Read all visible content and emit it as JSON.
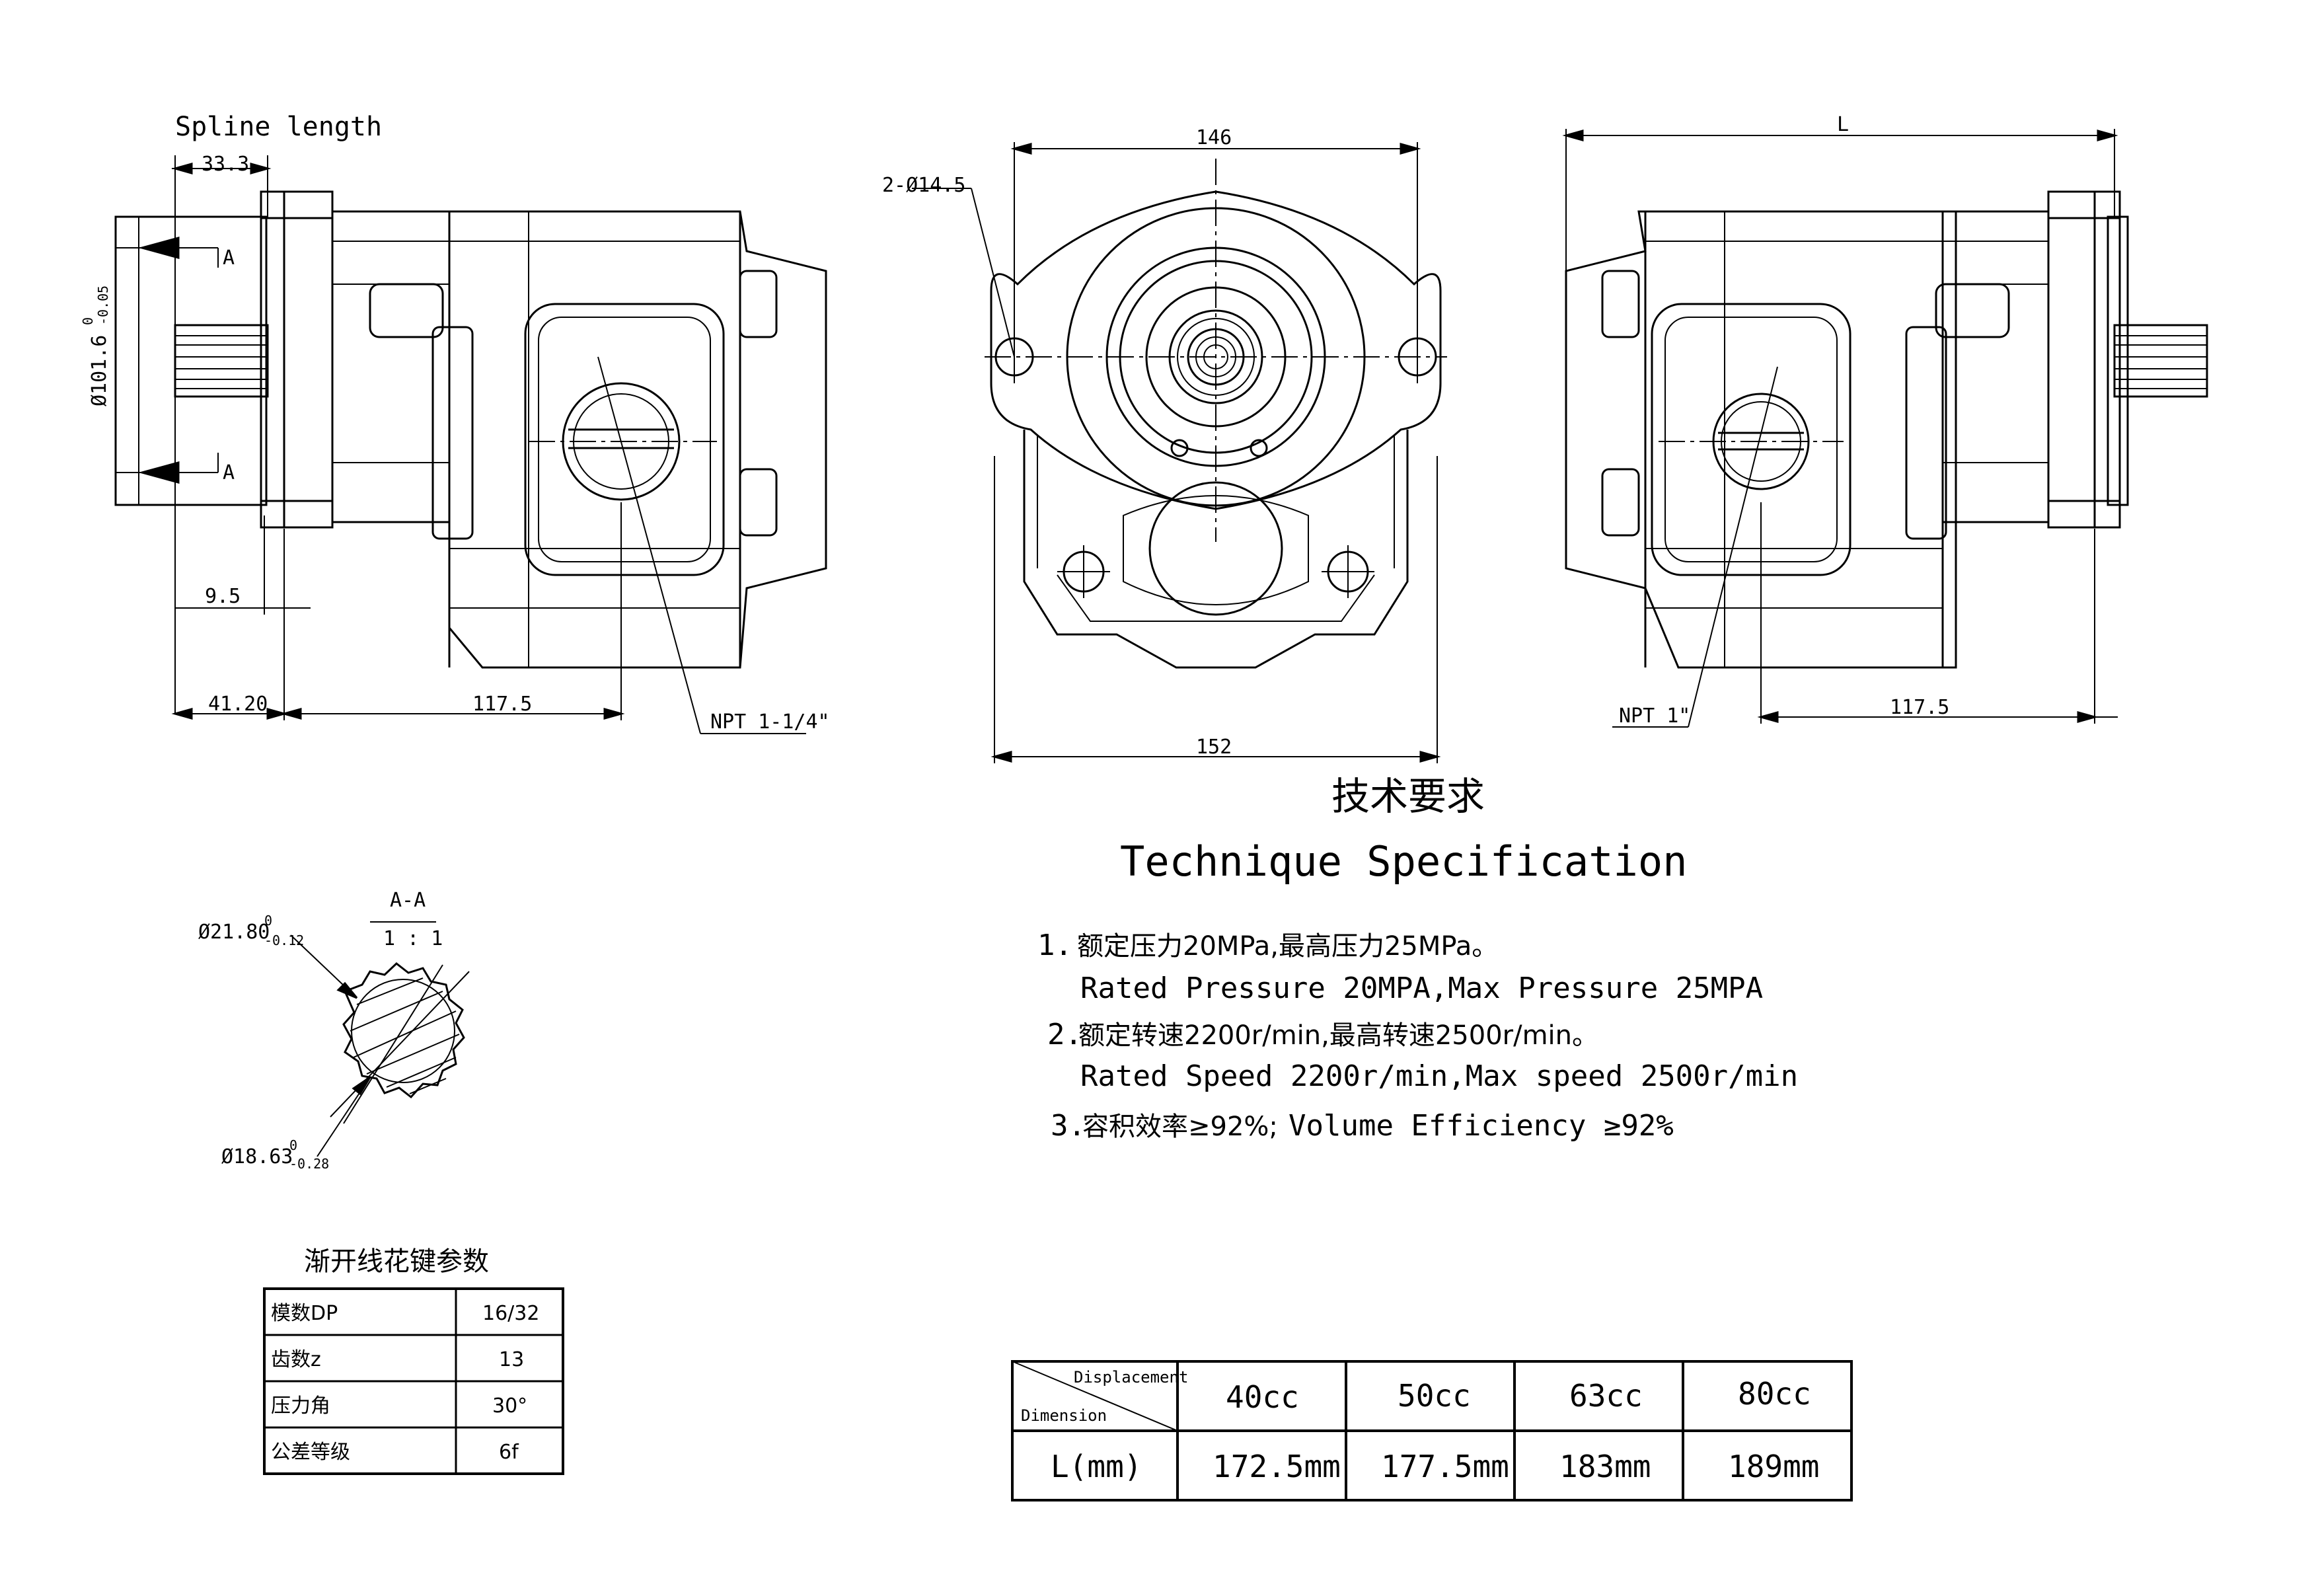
{
  "left_view": {
    "spline_length_label": "Spline length",
    "dim_33_3": "33.3",
    "dim_diameter": "Ø101.6",
    "dim_diameter_tol_upper": "0",
    "dim_diameter_tol_lower": "-0.05",
    "section_mark": "A",
    "dim_9_5": "9.5",
    "dim_41_20": "41.20",
    "dim_117_5": "117.5",
    "port_label": "NPT 1-1/4\""
  },
  "front_view": {
    "dim_146": "146",
    "holes_label": "2-Ø14.5",
    "dim_152": "152"
  },
  "right_view": {
    "dim_L": "L",
    "port_label": "NPT 1\"",
    "dim_117_5": "117.5"
  },
  "section_view": {
    "title": "A-A",
    "scale": "1 : 1",
    "outer_dia": "Ø21.80",
    "outer_tol_upper": "0",
    "outer_tol_lower": "-0.12",
    "inner_dia": "Ø18.63",
    "inner_tol_upper": "0",
    "inner_tol_lower": "-0.28"
  },
  "tech_spec": {
    "title_cn": "技术要求",
    "title_en": "Technique Specification",
    "items": [
      {
        "num": "1.",
        "cn": "额定压力20MPa,最高压力25MPa。",
        "en": "Rated Pressure 20MPA,Max Pressure 25MPA"
      },
      {
        "num": "2.",
        "cn": "额定转速2200r/min,最高转速2500r/min。",
        "en": "Rated Speed 2200r/min,Max speed 2500r/min"
      },
      {
        "num": "3.",
        "cn": "容积效率≥92%;",
        "en": "Volume Efficiency ≥92%"
      }
    ]
  },
  "spline_table": {
    "title": "渐开线花键参数",
    "rows": [
      {
        "param": "模数DP",
        "value": "16/32"
      },
      {
        "param": "齿数z",
        "value": "13"
      },
      {
        "param": "压力角",
        "value": "30°"
      },
      {
        "param": "公差等级",
        "value": "6f"
      }
    ]
  },
  "displacement_table": {
    "header_top": "Displacement",
    "header_bottom": "Dimension",
    "columns": [
      "40cc",
      "50cc",
      "63cc",
      "80cc"
    ],
    "row_label": "L(mm)",
    "values": [
      "172.5mm",
      "177.5mm",
      "183mm",
      "189mm"
    ]
  }
}
